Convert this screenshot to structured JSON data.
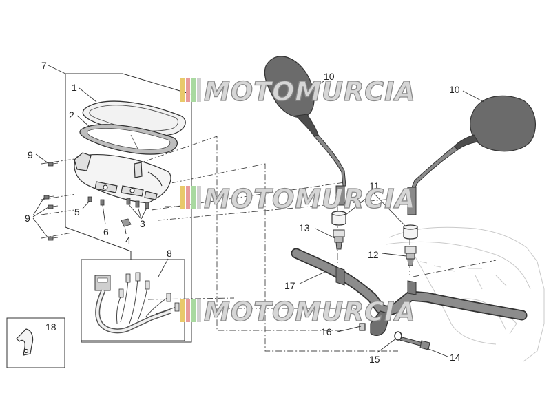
{
  "watermark": {
    "text": "MOTOMURCIA"
  },
  "colors": {
    "part": "#6b6b6b",
    "part_dark": "#474747",
    "line": "#333333",
    "ghost": "#c9c9c9"
  },
  "labels": {
    "l1": "1",
    "l2": "2",
    "l3": "3",
    "l4": "4",
    "l5": "5",
    "l6": "6",
    "l7": "7",
    "l8": "8",
    "l9a": "9",
    "l9b": "9",
    "l10a": "10",
    "l10b": "10",
    "l11": "11",
    "l12": "12",
    "l13": "13",
    "l14": "14",
    "l15": "15",
    "l16": "16",
    "l17": "17",
    "l18": "18"
  }
}
